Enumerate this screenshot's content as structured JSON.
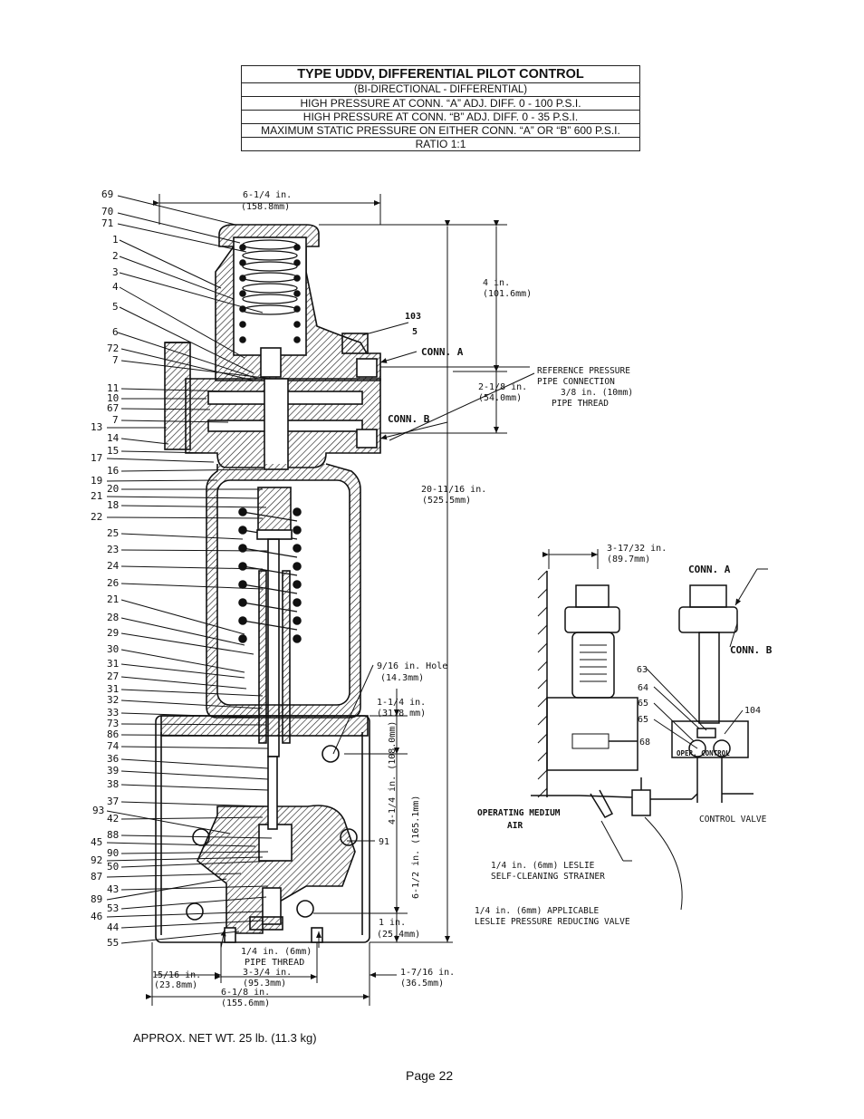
{
  "spec_table": {
    "title": "TYPE UDDV, DIFFERENTIAL PILOT CONTROL",
    "subtitle": "(BI-DIRECTIONAL - DIFFERENTIAL)",
    "rows": [
      "HIGH PRESSURE AT CONN.    “A” ADJ. DIFF.   0 - 100 P.S.I.",
      "HIGH PRESSURE AT CONN.    “B” ADJ. DIFF.   0 - 35 P.S.I.",
      "MAXIMUM STATIC PRESSURE ON EITHER CONN.    “A” OR “B”    600 P.S.I.",
      "RATIO  1:1"
    ]
  },
  "part_labels": [
    "69",
    "70",
    "71",
    "1",
    "2",
    "3",
    "4",
    "5",
    "6",
    "72",
    "7",
    "11",
    "10",
    "67",
    "7",
    "13",
    "14",
    "15",
    "17",
    "16",
    "19",
    "20",
    "21",
    "18",
    "22",
    "25",
    "23",
    "24",
    "26",
    "21",
    "28",
    "29",
    "30",
    "31",
    "27",
    "31",
    "32",
    "33",
    "73",
    "86",
    "74",
    "36",
    "39",
    "38",
    "37",
    "93",
    "42",
    "45",
    "88",
    "92",
    "90",
    "50",
    "87",
    "43",
    "89",
    "53",
    "46",
    "44",
    "55"
  ],
  "callouts": {
    "part_103": "103",
    "part_5": "5",
    "conn_a": "CONN. A",
    "conn_b": "CONN. B",
    "reference_pressure": [
      "REFERENCE PRESSURE",
      "PIPE CONNECTION",
      "3/8 in. (10mm)",
      "PIPE THREAD"
    ],
    "hole": [
      "9/16 in. Hole",
      "(14.3mm)"
    ],
    "part_91": "91"
  },
  "dimensions": {
    "top_width": [
      "6-1/4 in.",
      "(158.8mm)"
    ],
    "height_4": [
      "4 in.",
      "(101.6mm)"
    ],
    "height_2_1_8": [
      "2-1/8 in.",
      "(54.0mm)"
    ],
    "overall_height": [
      "20-11/16 in.",
      "(525.5mm)"
    ],
    "side_3_17_32": [
      "3-17/32 in.",
      "(89.7mm)"
    ],
    "h_1_1_4": [
      "1-1/4 in.",
      "(31.8 mm)"
    ],
    "h_4_1_4": "4-1/4 in. (108.0mm)",
    "h_6_1_2": "6-1/2 in. (165.1mm)",
    "h_1": [
      "1 in.",
      "(25.4mm)"
    ],
    "pipe_thread": [
      "1/4 in. (6mm)",
      "PIPE THREAD"
    ],
    "w_3_3_4": [
      "3-3/4 in.",
      "(95.3mm)"
    ],
    "w_15_16": [
      "15/16 in.",
      "(23.8mm)"
    ],
    "w_6_1_8": [
      "6-1/8 in.",
      "(155.6mm)"
    ],
    "w_1_7_16": [
      "1-7/16 in.",
      "(36.5mm)"
    ]
  },
  "side_view": {
    "conn_a": "CONN. A",
    "conn_b": "CONN. B",
    "parts": [
      "63",
      "64",
      "65",
      "65",
      "104",
      "68"
    ],
    "panel_label": "OPER. CONTROL",
    "operating_medium": [
      "OPERATING MEDIUM",
      "AIR"
    ],
    "control_valve": "CONTROL VALVE",
    "strainer": [
      "1/4 in. (6mm) LESLIE",
      "SELF-CLEANING STRAINER"
    ],
    "reducing_valve": [
      "1/4 in. (6mm) APPLICABLE",
      "LESLIE PRESSURE REDUCING VALVE"
    ]
  },
  "footer": {
    "weight": "APPROX. NET WT.  25 lb. (11.3 kg)",
    "page": "Page 22"
  }
}
